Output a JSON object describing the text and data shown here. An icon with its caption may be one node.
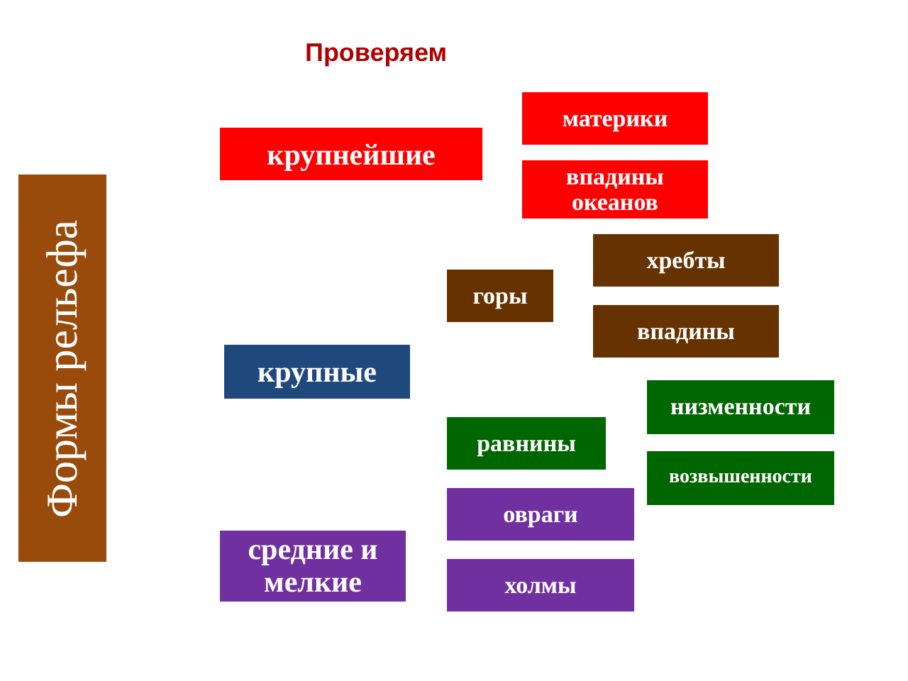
{
  "diagram": {
    "title": "Проверяем",
    "nodes": [
      {
        "text": [
          "Формы рельефа"
        ]
      },
      {
        "text": [
          "крупнейшие"
        ]
      },
      {
        "text": [
          "материки"
        ]
      },
      {
        "text": [
          "впадины океанов"
        ]
      },
      {
        "text": [
          "крупные"
        ]
      },
      {
        "text": [
          "горы"
        ]
      },
      {
        "text": [
          "хребты"
        ]
      },
      {
        "text": [
          "впадины"
        ]
      },
      {
        "text": [
          "равнины"
        ]
      },
      {
        "text": [
          "низменности"
        ]
      },
      {
        "text": [
          "возвышенности"
        ]
      },
      {
        "text": [
          "средние и мелкие"
        ]
      },
      {
        "text": [
          "овраги"
        ]
      },
      {
        "text": [
          "холмы"
        ]
      }
    ]
  }
}
